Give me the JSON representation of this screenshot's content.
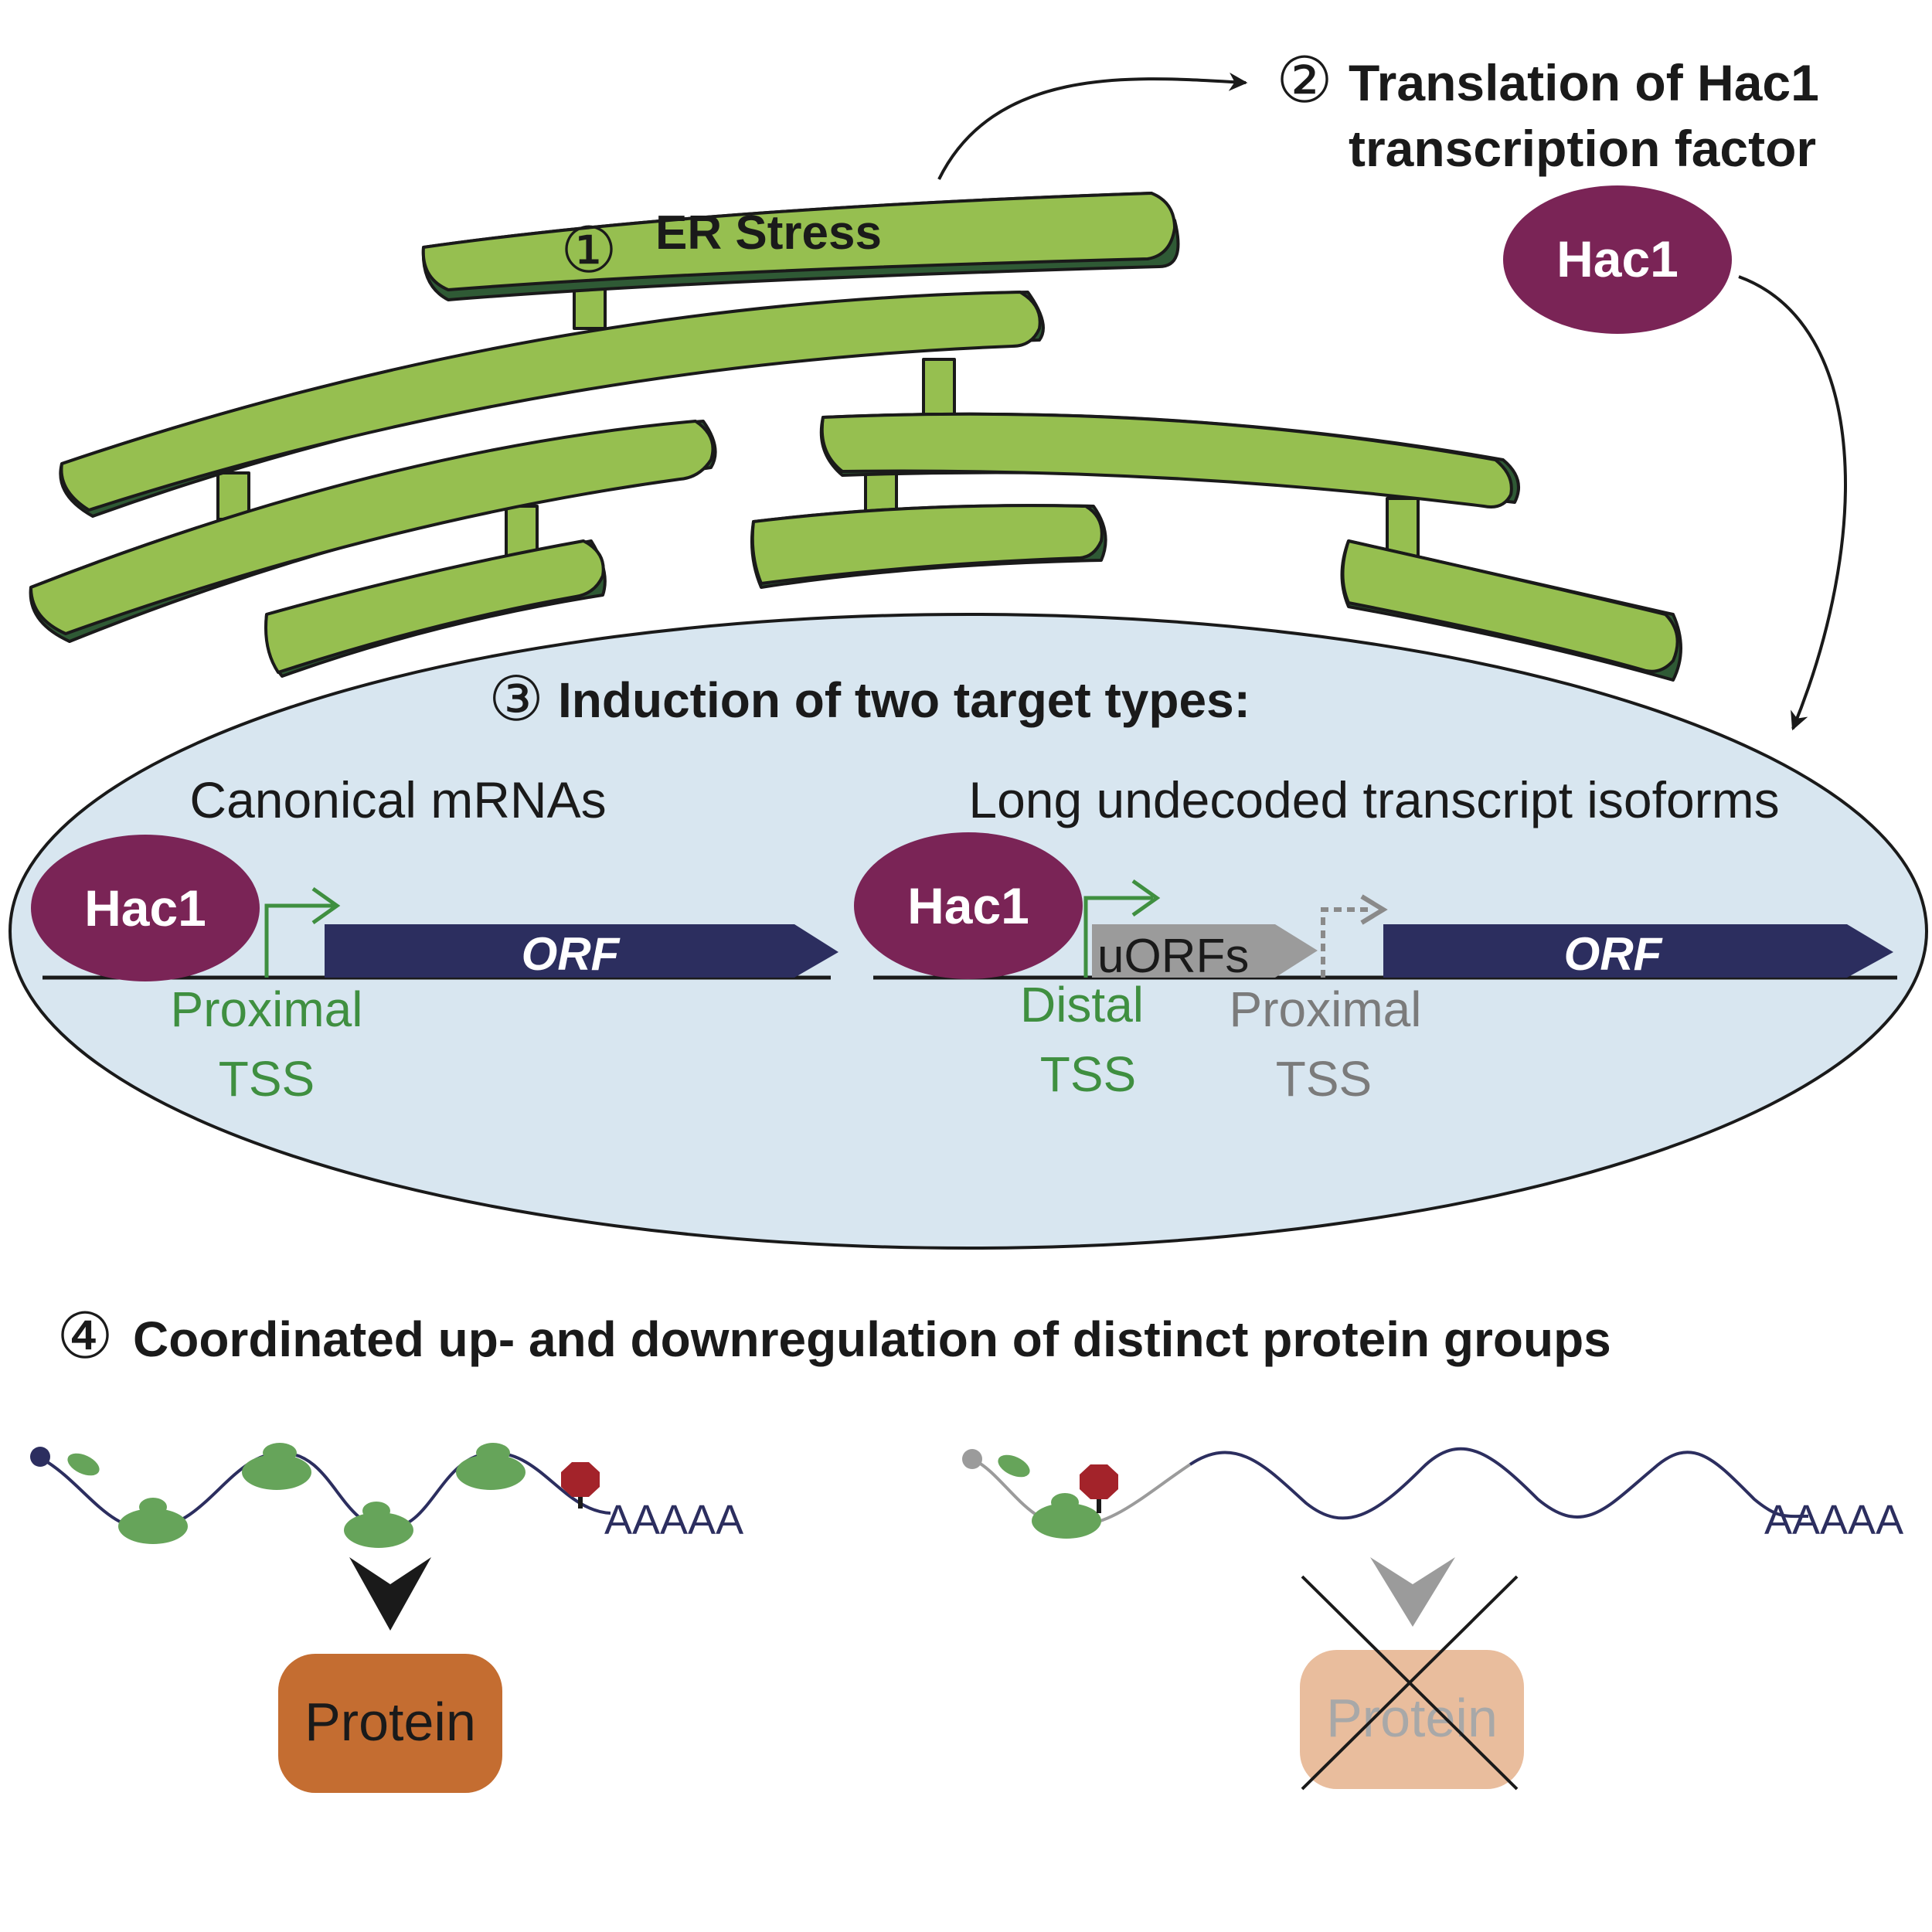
{
  "colors": {
    "er_fill": "#96bf50",
    "er_edge": "#2f5a35",
    "nucleus_fill": "#d8e6f0",
    "hac1_fill": "#7a2456",
    "orf_fill": "#2c2e5f",
    "uorf_fill": "#9b9b9b",
    "tss_green": "#3f8f40",
    "tss_gray": "#7b7b7b",
    "ribosome": "#66a45a",
    "stop": "#a3232a",
    "protein_on": "#c46d31",
    "protein_off": "#e9bd9d"
  },
  "step1": {
    "num": "①",
    "label": "ER Stress"
  },
  "step2": {
    "num": "②",
    "line1": "Translation of Hac1",
    "line2": "transcription factor"
  },
  "hac1_free": "Hac1",
  "step3": {
    "num": "③",
    "label": "Induction of two target types:"
  },
  "canonical": {
    "title": "Canonical mRNAs",
    "hac1": "Hac1",
    "orf": "ORF",
    "tss_line1": "Proximal",
    "tss_line2": "TSS"
  },
  "luti": {
    "title": "Long undecoded transcript isoforms",
    "hac1": "Hac1",
    "uorf": "uORFs",
    "orf": "ORF",
    "distal_line1": "Distal",
    "distal_line2": "TSS",
    "proximal_line1": "Proximal",
    "proximal_line2": "TSS"
  },
  "step4": {
    "num": "④",
    "label": "Coordinated up- and downregulation of distinct protein groups"
  },
  "left_mrna": {
    "polyA": "AAAAA",
    "protein": "Protein"
  },
  "right_mrna": {
    "polyA": "AAAAA",
    "protein": "Protein"
  }
}
